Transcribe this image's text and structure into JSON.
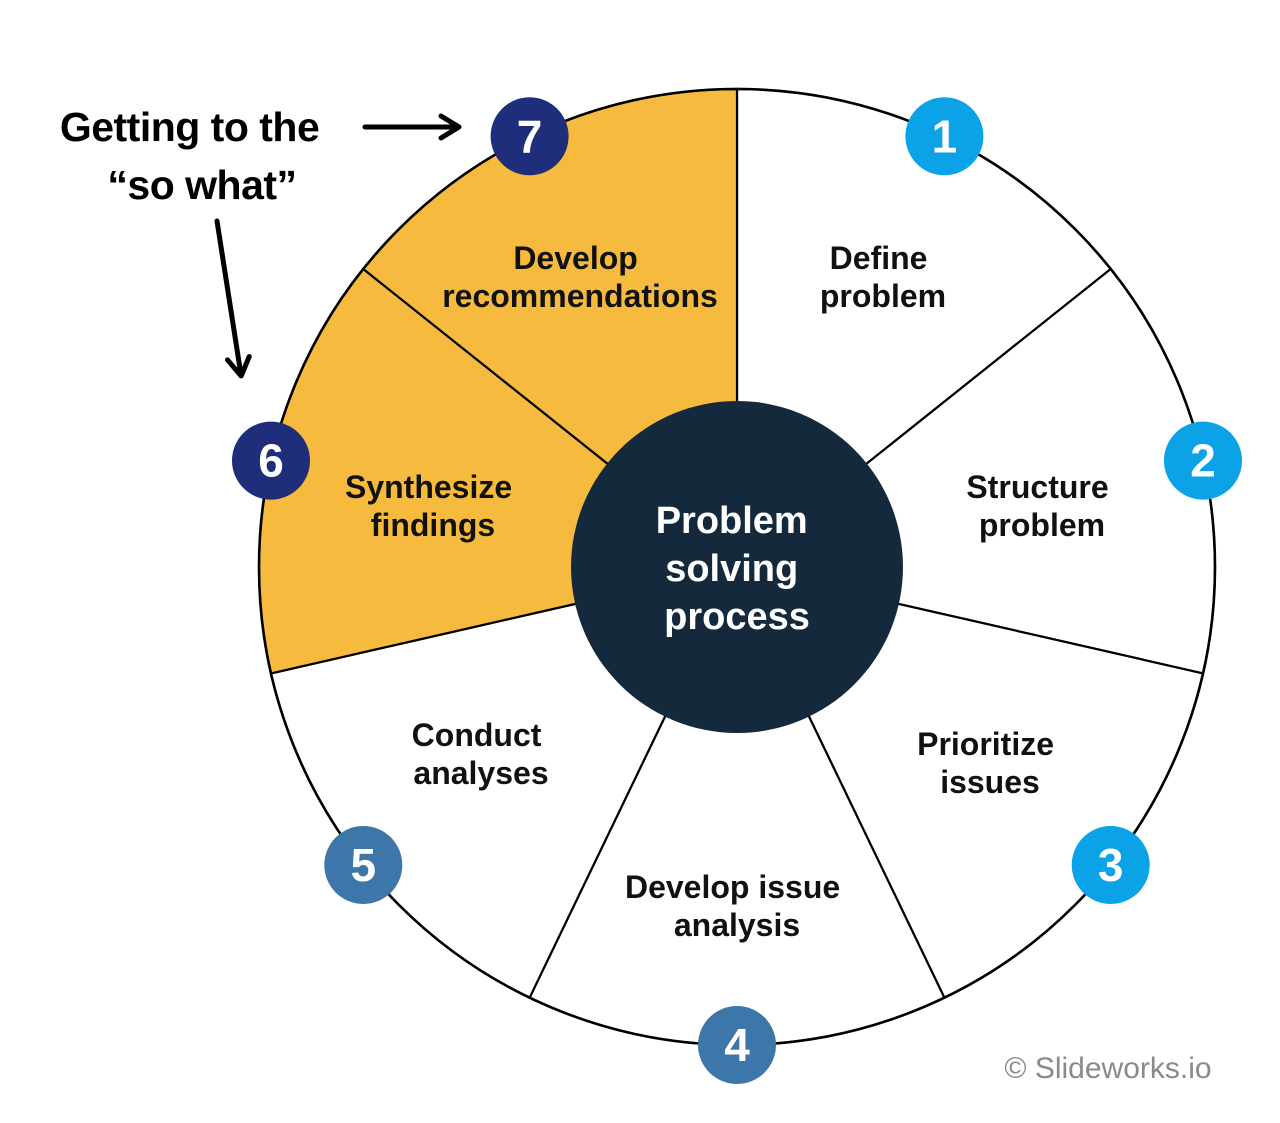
{
  "colors": {
    "background": "#FFFFFF",
    "outline": "#000000",
    "highlight_orange": "#F6BB3E",
    "plain_wedge": "#FFFFFF",
    "center_bg": "#15293C",
    "badge_light_blue": "#0BA2E8",
    "badge_steel_blue": "#3D76A8",
    "badge_navy": "#1E2E7B",
    "label_text": "#111111",
    "center_text": "#FFFFFF",
    "badge_text": "#FFFFFF",
    "annotation_text": "#000000",
    "copyright_gray": "#8A8A8A"
  },
  "annotation": {
    "lines": [
      "Getting to the",
      "“so what”"
    ]
  },
  "center": {
    "title": "Problem solving process",
    "title_lines": [
      "Problem",
      "solving",
      "process"
    ]
  },
  "wheel": {
    "segments": [
      {
        "number": "1",
        "label": "Define problem",
        "label_lines": [
          "Define",
          "problem"
        ],
        "fill": "#FFFFFF",
        "badge_color": "#0BA2E8",
        "highlighted": false
      },
      {
        "number": "2",
        "label": "Structure problem",
        "label_lines": [
          "Structure",
          "problem"
        ],
        "fill": "#FFFFFF",
        "badge_color": "#0BA2E8",
        "highlighted": false
      },
      {
        "number": "3",
        "label": "Prioritize issues",
        "label_lines": [
          "Prioritize",
          "issues"
        ],
        "fill": "#FFFFFF",
        "badge_color": "#0BA2E8",
        "highlighted": false
      },
      {
        "number": "4",
        "label": "Develop issue analysis",
        "label_lines": [
          "Develop issue",
          "analysis"
        ],
        "fill": "#FFFFFF",
        "badge_color": "#3D76A8",
        "highlighted": false
      },
      {
        "number": "5",
        "label": "Conduct analyses",
        "label_lines": [
          "Conduct",
          "analyses"
        ],
        "fill": "#FFFFFF",
        "badge_color": "#3D76A8",
        "highlighted": false
      },
      {
        "number": "6",
        "label": "Synthesize findings",
        "label_lines": [
          "Synthesize",
          "findings"
        ],
        "fill": "#F6BB3E",
        "badge_color": "#1E2E7B",
        "highlighted": true
      },
      {
        "number": "7",
        "label": "Develop recommendations",
        "label_lines": [
          "Develop",
          "recommendations"
        ],
        "fill": "#F6BB3E",
        "badge_color": "#1E2E7B",
        "highlighted": true
      }
    ]
  },
  "footer": {
    "copyright": "© Slideworks.io"
  }
}
